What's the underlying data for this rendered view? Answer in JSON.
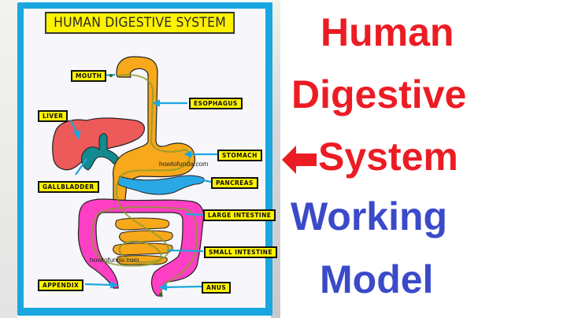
{
  "poster": {
    "title": "HUMAN DIGESTIVE SYSTEM",
    "labels": {
      "mouth": "MOUTH",
      "esophagus": "ESOPHAGUS",
      "liver": "LIVER",
      "stomach": "STOMACH",
      "gallbladder": "GALLBLADDER",
      "pancreas": "PANCREAS",
      "large_intestine": "LARGE INTESTINE",
      "small_intestine": "SMALL INTESTINE",
      "appendix": "APPENDIX",
      "anus": "ANUS"
    },
    "watermarks": [
      "howtofunda.com",
      "howtofunda.com"
    ],
    "colors": {
      "frame": "#1aa7e0",
      "label_bg": "#fff200",
      "digestive_tract": "#f7a81b",
      "liver": "#ec5a5a",
      "gallbladder": "#138a8f",
      "pancreas": "#2aa8e6",
      "large_intestine": "#ff3fc4",
      "tube_green": "#7faa3a",
      "arrow": "#1aa7e0"
    }
  },
  "heading": {
    "lines": [
      "Human",
      "Digestive",
      "System",
      "Working",
      "Model"
    ],
    "arrow_icon": "left-arrow-icon",
    "colors": {
      "primary": "#ec1c24",
      "secondary": "#3a4ac8"
    }
  }
}
